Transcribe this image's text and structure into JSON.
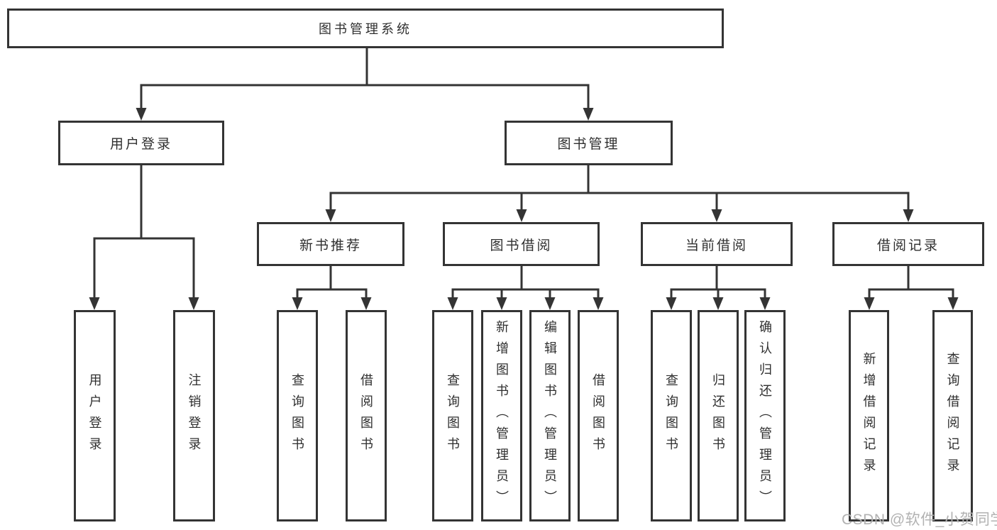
{
  "nodes": {
    "root": "图书管理系统",
    "user_login": "用户登录",
    "book_mgmt": "图书管理",
    "new_book_rec": "新书推荐",
    "book_borrow": "图书借阅",
    "current_borrow": "当前借阅",
    "borrow_record": "借阅记录"
  },
  "leaves": {
    "user_login": [
      "用户登录",
      "注销登录"
    ],
    "new_book_rec": [
      "查询图书",
      "借阅图书"
    ],
    "book_borrow": [
      "查询图书",
      "新增图书（管理员）",
      "编辑图书（管理员）",
      "借阅图书"
    ],
    "current_borrow": [
      "查询图书",
      "归还图书",
      "确认归还（管理员）"
    ],
    "borrow_record": [
      "新增借阅记录",
      "查询借阅记录"
    ]
  },
  "watermark": "CSDN @软件_小贺同学",
  "colors": {
    "line": "#343434",
    "box_border": "#343434",
    "text": "#2f2f2f",
    "watermark": "#b2b2b2",
    "background": "#ffffff"
  }
}
